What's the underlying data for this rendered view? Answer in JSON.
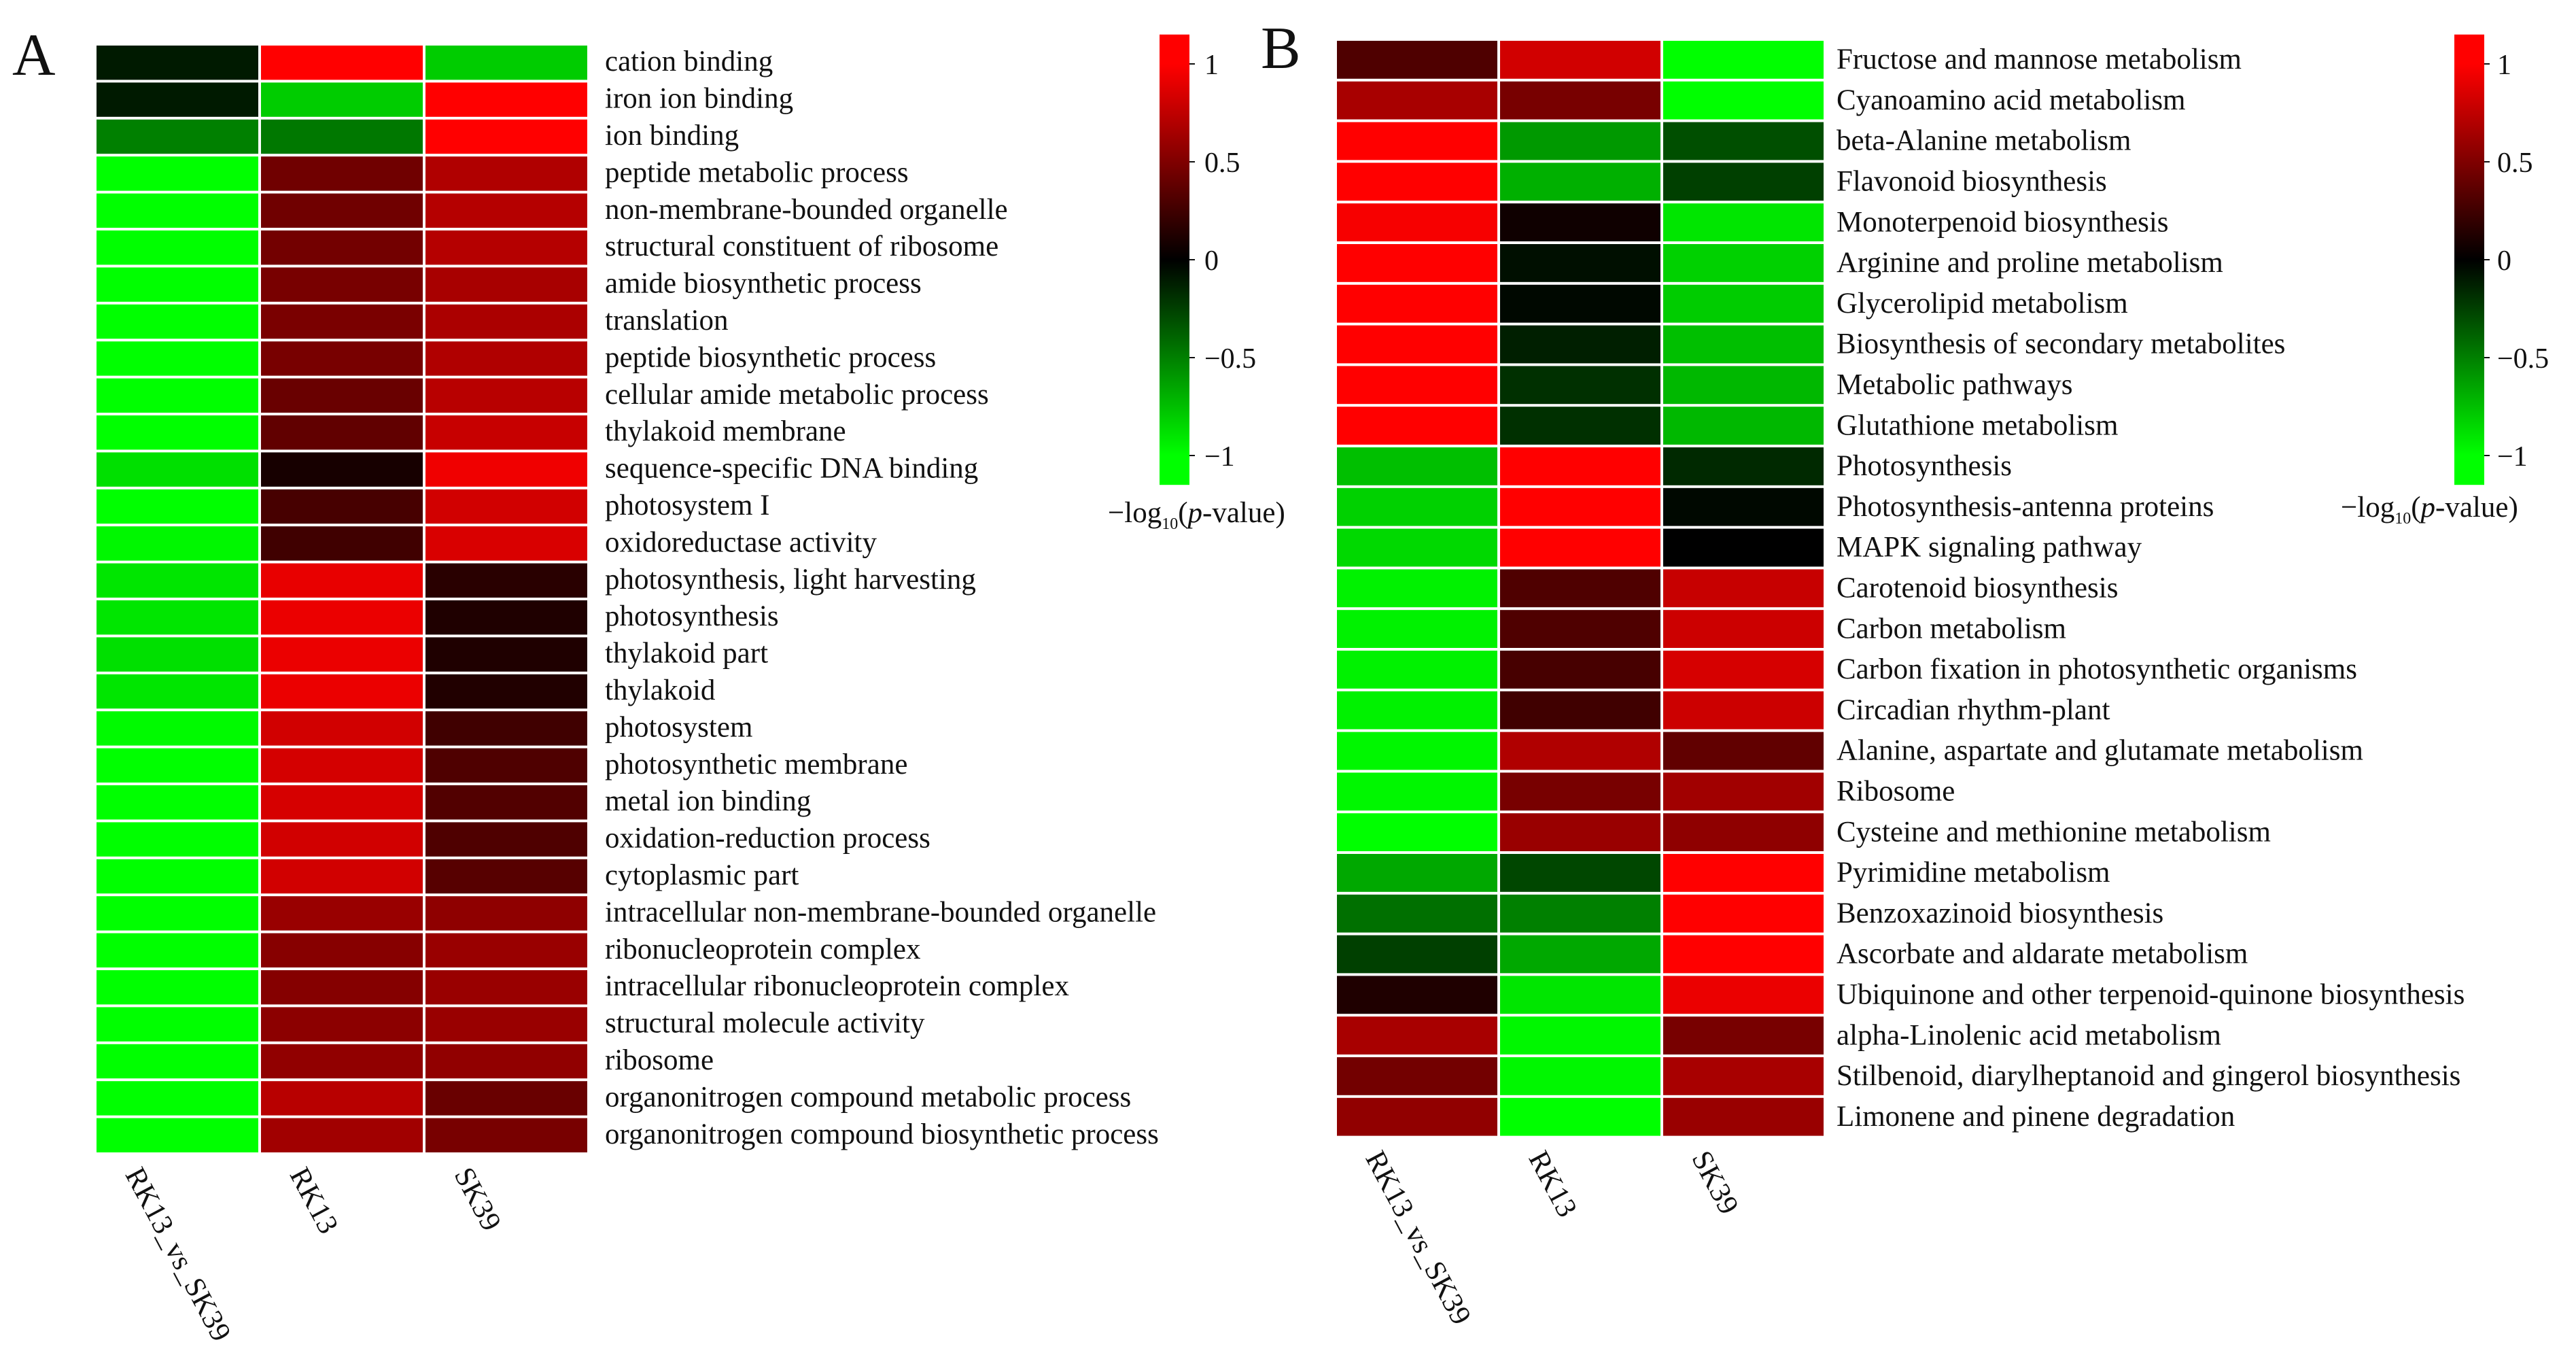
{
  "chart_data": [
    {
      "type": "heatmap",
      "panel": "A",
      "columns": [
        "RK13_vs_SK39",
        "RK13",
        "SK39"
      ],
      "rows": [
        "cation binding",
        "iron ion binding",
        "ion binding",
        "peptide metabolic process",
        "non-membrane-bounded organelle",
        "structural constituent of ribosome",
        "amide biosynthetic process",
        "translation",
        "peptide biosynthetic process",
        "cellular amide metabolic process",
        "thylakoid membrane",
        "sequence-specific DNA binding",
        "photosystem I",
        "oxidoreductase activity",
        "photosynthesis, light harvesting",
        "photosynthesis",
        "thylakoid part",
        "thylakoid",
        "photosystem",
        "photosynthetic membrane",
        "metal ion binding",
        "oxidation-reduction process",
        "cytoplasmic part",
        "intracellular non-membrane-bounded organelle",
        "ribonucleoprotein complex",
        "intracellular ribonucleoprotein complex",
        "structural molecule activity",
        "ribosome",
        "organonitrogen compound metabolic process",
        "organonitrogen compound biosynthetic process"
      ],
      "values": [
        [
          -0.1,
          1,
          -0.8
        ],
        [
          -0.1,
          -0.8,
          1
        ],
        [
          -0.5,
          -0.47,
          1
        ],
        [
          -1,
          0.44,
          0.69
        ],
        [
          -1,
          0.44,
          0.71
        ],
        [
          -1,
          0.45,
          0.71
        ],
        [
          -1,
          0.47,
          0.66
        ],
        [
          -1,
          0.48,
          0.67
        ],
        [
          -1,
          0.47,
          0.69
        ],
        [
          -1,
          0.41,
          0.72
        ],
        [
          -1,
          0.38,
          0.78
        ],
        [
          -0.88,
          0.09,
          0.94
        ],
        [
          -1,
          0.28,
          0.82
        ],
        [
          -0.97,
          0.25,
          0.85
        ],
        [
          -0.9,
          0.91,
          0.16
        ],
        [
          -0.9,
          0.92,
          0.12
        ],
        [
          -0.88,
          0.92,
          0.12
        ],
        [
          -0.9,
          0.92,
          0.13
        ],
        [
          -0.98,
          0.82,
          0.25
        ],
        [
          -1,
          0.83,
          0.31
        ],
        [
          -1,
          0.84,
          0.32
        ],
        [
          -1,
          0.82,
          0.31
        ],
        [
          -1,
          0.82,
          0.34
        ],
        [
          -1,
          0.6,
          0.56
        ],
        [
          -1,
          0.53,
          0.6
        ],
        [
          -1,
          0.52,
          0.6
        ],
        [
          -1,
          0.55,
          0.6
        ],
        [
          -1,
          0.57,
          0.57
        ],
        [
          -1,
          0.72,
          0.41
        ],
        [
          -1,
          0.63,
          0.47
        ]
      ],
      "colorbar": {
        "title_prefix": "−log",
        "title_sub": "10",
        "title_open": "(",
        "title_italic": "p",
        "title_suffix": "-value)",
        "ticks": [
          "1",
          "0.5",
          "0",
          "−0.5",
          "−1"
        ],
        "tick_values": [
          1,
          0.5,
          0,
          -0.5,
          -1
        ],
        "range": [
          -1.15,
          1.15
        ],
        "colors": {
          "high": "#ff0000",
          "mid": "#000000",
          "low": "#00ff00"
        }
      }
    },
    {
      "type": "heatmap",
      "panel": "B",
      "columns": [
        "RK13_vs_SK39",
        "RK13",
        "SK39"
      ],
      "rows": [
        "Fructose and mannose metabolism",
        "Cyanoamino acid metabolism",
        "beta-Alanine metabolism",
        "Flavonoid biosynthesis",
        "Monoterpenoid biosynthesis",
        "Arginine and proline metabolism",
        "Glycerolipid metabolism",
        "Biosynthesis of secondary metabolites",
        "Metabolic pathways",
        "Glutathione metabolism",
        "Photosynthesis",
        "Photosynthesis-antenna proteins",
        "MAPK signaling pathway",
        "Carotenoid biosynthesis",
        "Carbon metabolism",
        "Carbon fixation in photosynthetic organisms",
        "Circadian rhythm-plant",
        "Alanine, aspartate and glutamate metabolism",
        "Ribosome",
        "Cysteine and methionine metabolism",
        "Pyrimidine metabolism",
        "Benzoxazinoid biosynthesis",
        "Ascorbate and aldarate metabolism",
        "Ubiquinone and other terpenoid-quinone biosynthesis",
        "alpha-Linolenic acid metabolism",
        "Stilbenoid, diarylheptanoid and gingerol biosynthesis",
        "Limonene and pinene degradation"
      ],
      "values": [
        [
          0.31,
          0.82,
          -1
        ],
        [
          0.66,
          0.47,
          -1
        ],
        [
          1,
          -0.6,
          -0.31
        ],
        [
          1,
          -0.69,
          -0.25
        ],
        [
          0.97,
          0.06,
          -0.9
        ],
        [
          1,
          -0.06,
          -0.82
        ],
        [
          1,
          -0.03,
          -0.8
        ],
        [
          1,
          -0.12,
          -0.75
        ],
        [
          1,
          -0.19,
          -0.72
        ],
        [
          1,
          -0.19,
          -0.72
        ],
        [
          -0.75,
          1,
          -0.16
        ],
        [
          -0.82,
          1,
          -0.03
        ],
        [
          -0.85,
          1,
          0
        ],
        [
          -0.95,
          0.31,
          0.78
        ],
        [
          -0.95,
          0.31,
          0.8
        ],
        [
          -0.95,
          0.28,
          0.84
        ],
        [
          -0.95,
          0.25,
          0.8
        ],
        [
          -0.97,
          0.69,
          0.38
        ],
        [
          -0.97,
          0.47,
          0.63
        ],
        [
          -1,
          0.6,
          0.56
        ],
        [
          -0.66,
          -0.28,
          1
        ],
        [
          -0.44,
          -0.5,
          1
        ],
        [
          -0.25,
          -0.66,
          1
        ],
        [
          0.12,
          -0.9,
          0.92
        ],
        [
          0.66,
          -0.97,
          0.47
        ],
        [
          0.45,
          -0.97,
          0.66
        ],
        [
          0.57,
          -1,
          0.6
        ]
      ],
      "colorbar": {
        "title_prefix": "−log",
        "title_sub": "10",
        "title_open": "(",
        "title_italic": "p",
        "title_suffix": "-value)",
        "ticks": [
          "1",
          "0.5",
          "0",
          "−0.5",
          "−1"
        ],
        "tick_values": [
          1,
          0.5,
          0,
          -0.5,
          -1
        ],
        "range": [
          -1.15,
          1.15
        ],
        "colors": {
          "high": "#ff0000",
          "mid": "#000000",
          "low": "#00ff00"
        }
      }
    }
  ]
}
